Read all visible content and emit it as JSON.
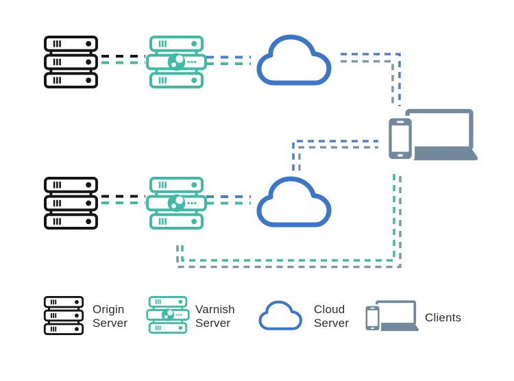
{
  "title": "Varnish caching architecture diagram",
  "colors": {
    "background": "#FFFFFF",
    "origin_black": "#151515",
    "varnish_teal": "#3EBAA5",
    "cloud_blue": "#3B76C8",
    "dash_blue": "#4A80D1",
    "client_steel": "#72899D",
    "dash_steel": "#7E95A8",
    "text": "#2B2B2B"
  },
  "legend": {
    "items": [
      {
        "id": "origin-server",
        "label": "Origin\nServer"
      },
      {
        "id": "varnish-server",
        "label": "Varnish\nServer"
      },
      {
        "id": "cloud-server",
        "label": "Cloud\nServer"
      },
      {
        "id": "clients",
        "label": "Clients"
      }
    ]
  },
  "diagram": {
    "nodes": [
      {
        "id": "origin-server-1",
        "type": "origin-server",
        "row": "top"
      },
      {
        "id": "varnish-server-1",
        "type": "varnish-server",
        "row": "top"
      },
      {
        "id": "cloud-server-1",
        "type": "cloud-server",
        "row": "top"
      },
      {
        "id": "origin-server-2",
        "type": "origin-server",
        "row": "middle"
      },
      {
        "id": "varnish-server-2",
        "type": "varnish-server",
        "row": "middle"
      },
      {
        "id": "cloud-server-2",
        "type": "cloud-server",
        "row": "middle"
      },
      {
        "id": "clients",
        "type": "clients",
        "row": "right"
      }
    ],
    "connections": [
      {
        "from": "origin-server-1",
        "to": "varnish-server-1",
        "style": "dashed",
        "line_colors": [
          "origin_black",
          "varnish_teal"
        ]
      },
      {
        "from": "varnish-server-1",
        "to": "cloud-server-1",
        "style": "dashed",
        "line_colors": [
          "dash_blue",
          "varnish_teal"
        ]
      },
      {
        "from": "cloud-server-1",
        "to": "clients",
        "style": "dashed",
        "line_colors": [
          "dash_blue",
          "dash_steel"
        ]
      },
      {
        "from": "origin-server-2",
        "to": "varnish-server-2",
        "style": "dashed",
        "line_colors": [
          "origin_black",
          "varnish_teal"
        ]
      },
      {
        "from": "varnish-server-2",
        "to": "cloud-server-2",
        "style": "dashed",
        "line_colors": [
          "dash_blue",
          "varnish_teal"
        ]
      },
      {
        "from": "cloud-server-2",
        "to": "clients",
        "style": "dashed",
        "line_colors": [
          "dash_blue",
          "dash_steel"
        ]
      },
      {
        "from": "clients",
        "to": "varnish-server-2",
        "style": "dashed",
        "line_colors": [
          "varnish_teal",
          "dash_steel"
        ]
      }
    ]
  }
}
